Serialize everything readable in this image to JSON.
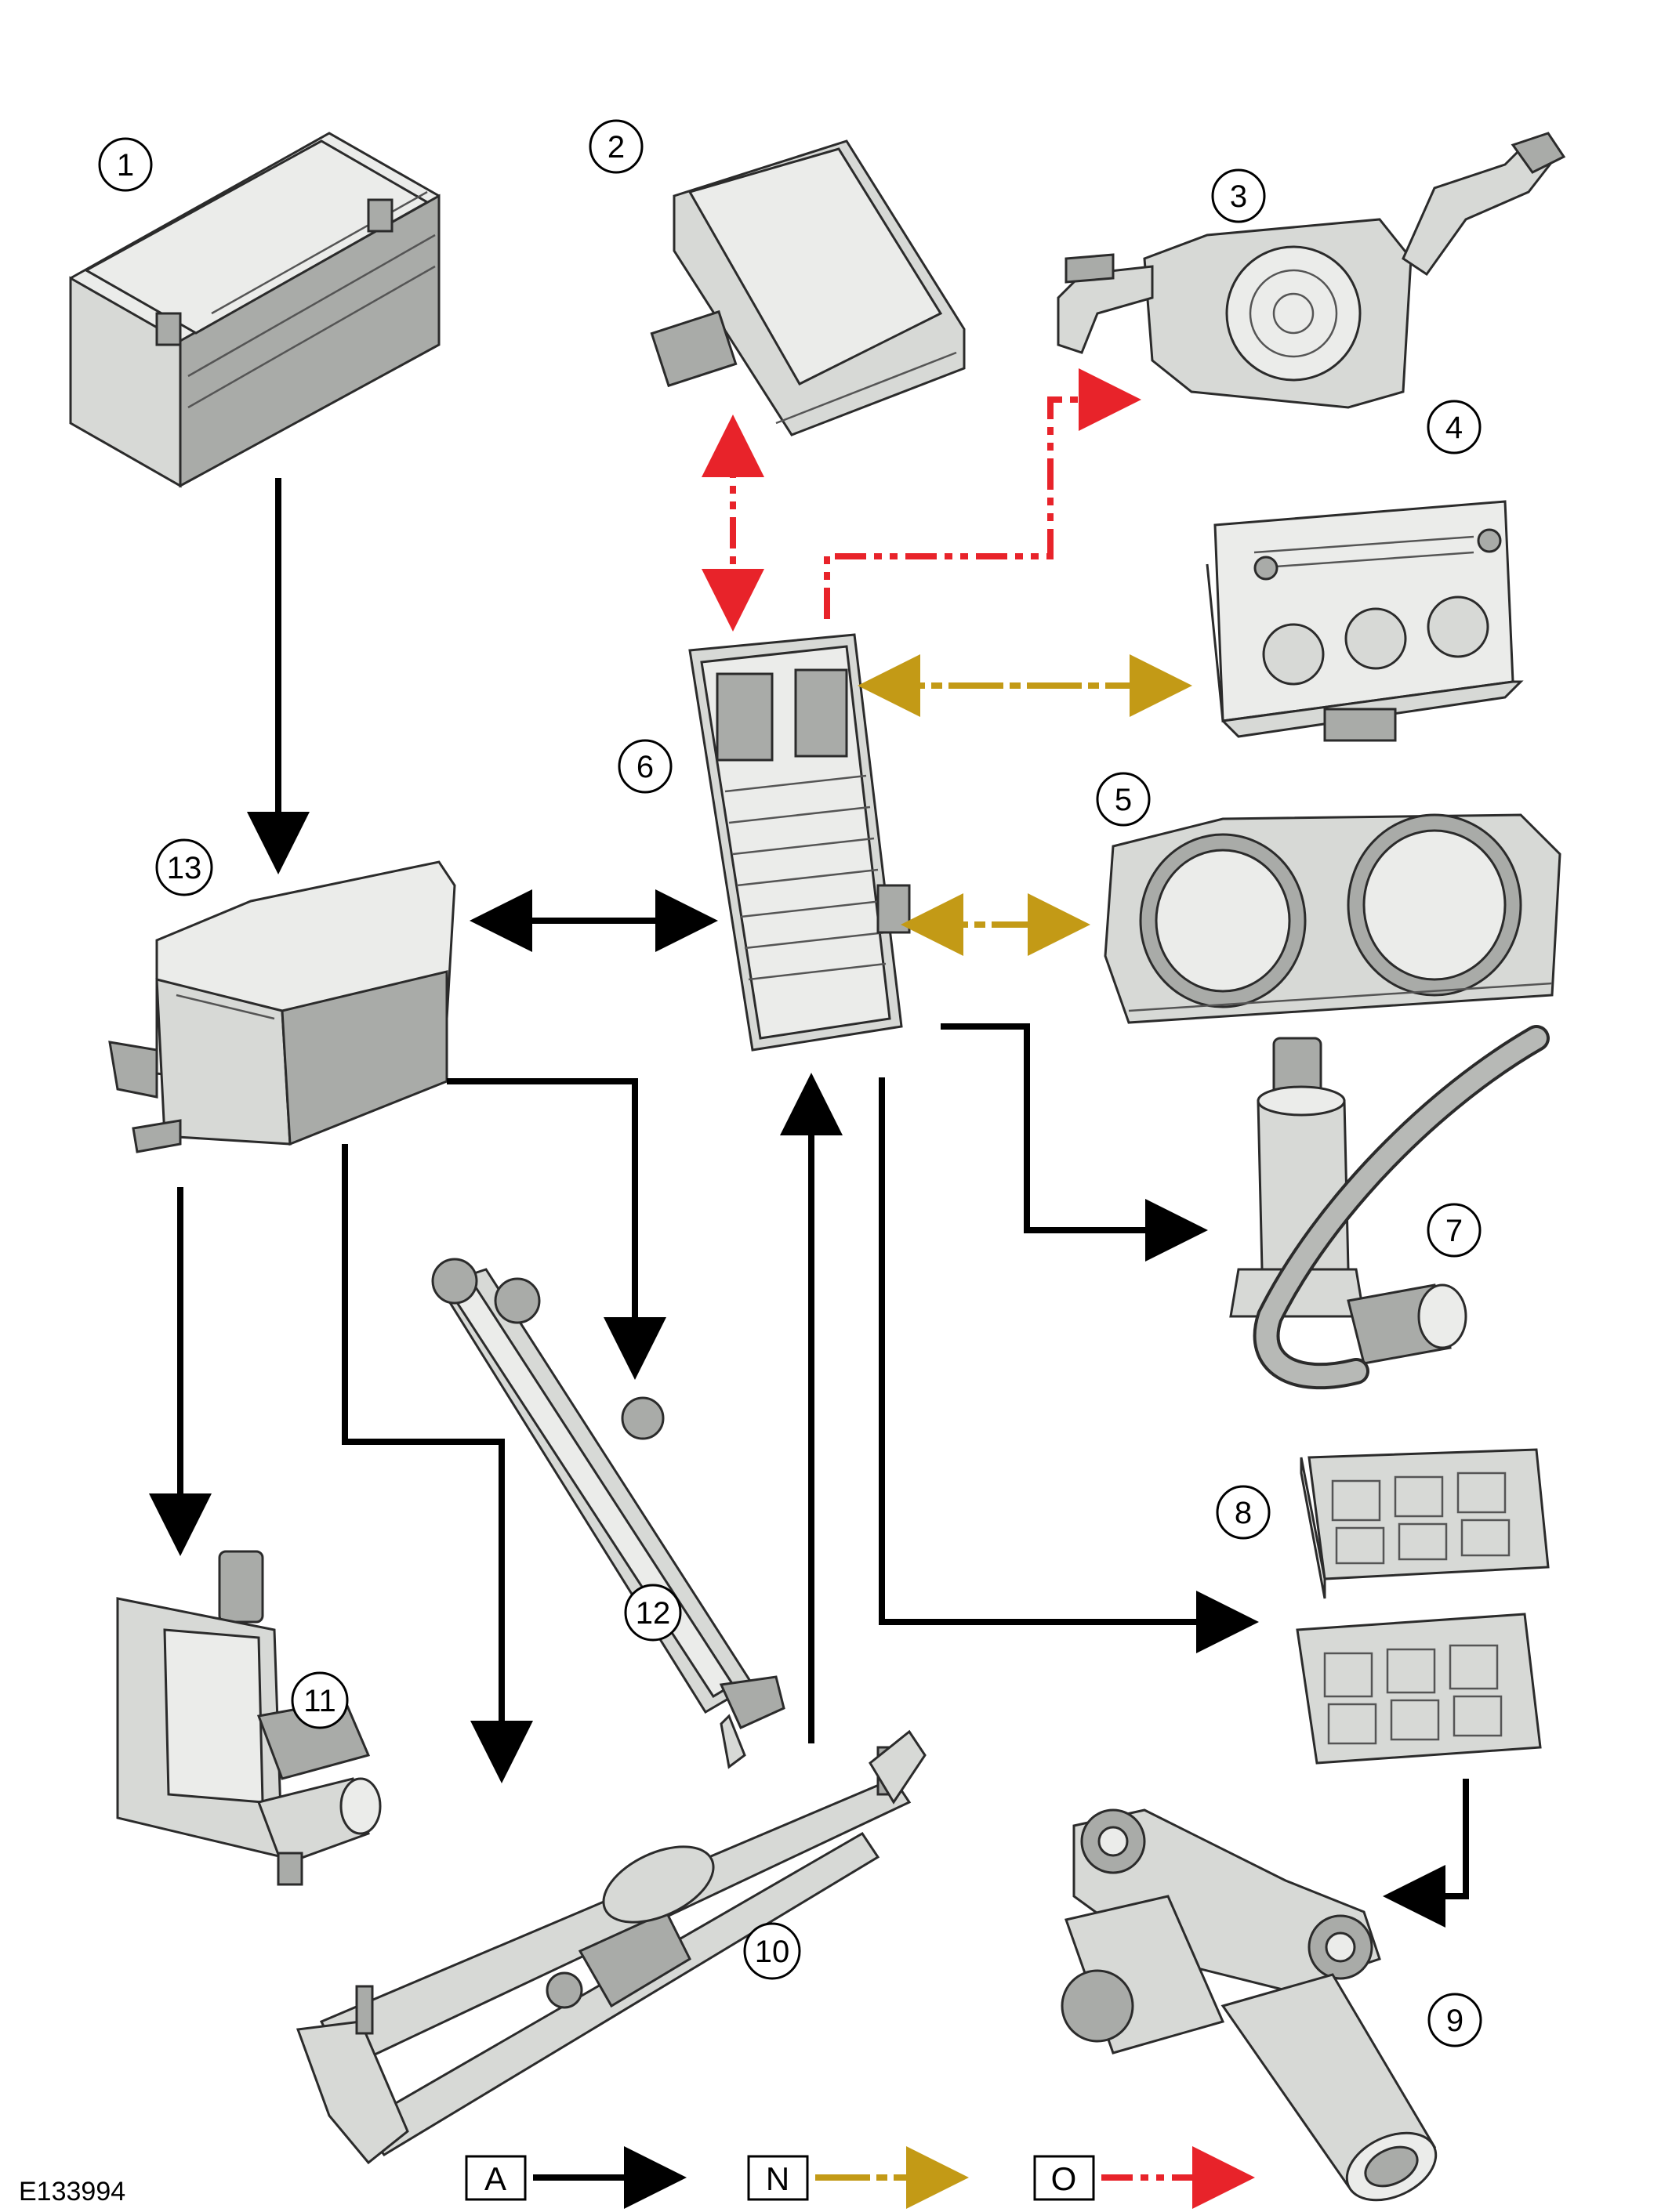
{
  "diagram": {
    "reference_code": "E133994",
    "callouts": [
      "1",
      "2",
      "3",
      "4",
      "5",
      "6",
      "7",
      "8",
      "9",
      "10",
      "11",
      "12",
      "13"
    ],
    "legend": [
      {
        "key": "A",
        "line_style": "solid",
        "color": "#000000"
      },
      {
        "key": "N",
        "line_style": "dash-dot",
        "color": "#c39a16"
      },
      {
        "key": "O",
        "line_style": "dash-dot-dot",
        "color": "#e8232a"
      }
    ],
    "colors": {
      "hardwired": "#000000",
      "lin_bus": "#c39a16",
      "can_bus": "#e8232a",
      "component_fill": "#d7d9d6"
    }
  }
}
